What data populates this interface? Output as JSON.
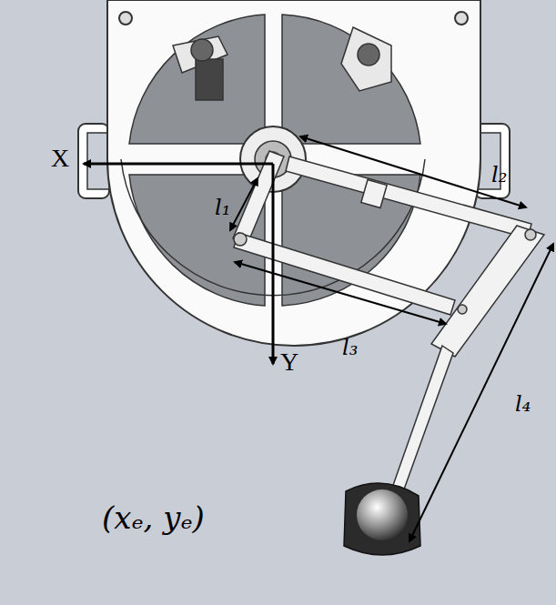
{
  "diagram": {
    "labels": [
      "X",
      "Y",
      "l₁",
      "l₂",
      "l₃",
      "l₄",
      "(xₑ, yₑ)"
    ]
  }
}
